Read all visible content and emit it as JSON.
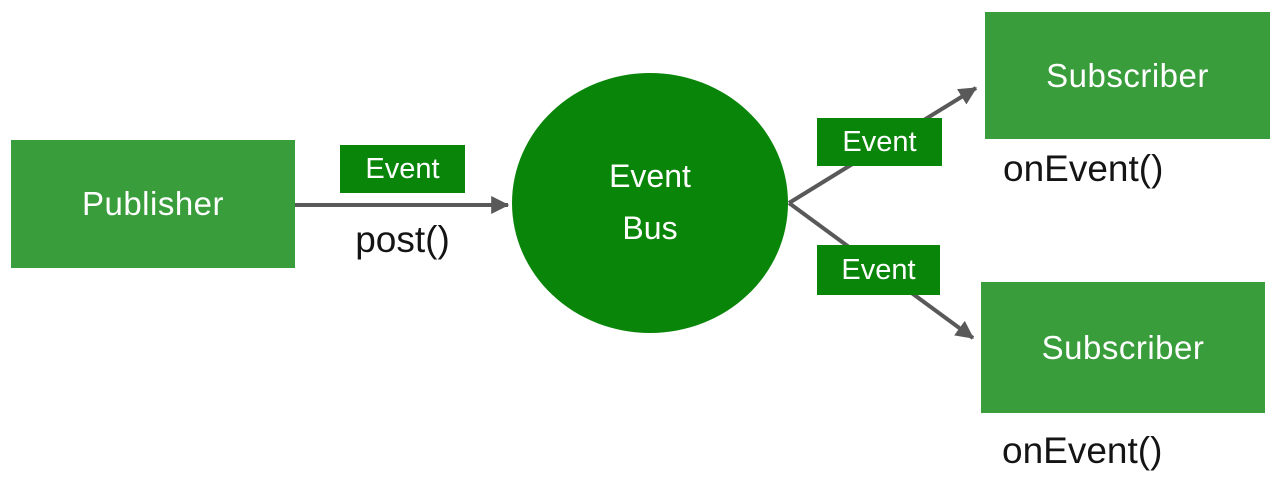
{
  "nodes": {
    "publisher": {
      "label": "Publisher",
      "method": "post()"
    },
    "event_bus": {
      "line1": "Event",
      "line2": "Bus"
    },
    "subscriber_top": {
      "label": "Subscriber",
      "method": "onEvent()"
    },
    "subscriber_bottom": {
      "label": "Subscriber",
      "method": "onEvent()"
    }
  },
  "edges": {
    "publish_event_label": "Event",
    "deliver_top_event_label": "Event",
    "deliver_bottom_event_label": "Event"
  },
  "colors": {
    "node_green": "#3a9d3c",
    "accent_green": "#098509",
    "arrow_gray": "#595959",
    "label_text": "#ffffff",
    "method_text": "#141414",
    "background": "#ffffff"
  }
}
